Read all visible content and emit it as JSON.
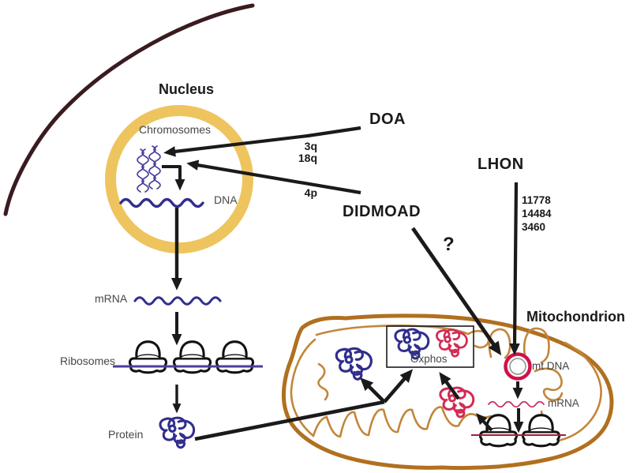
{
  "colors": {
    "background": "#ffffff",
    "arrow": "#1a1a1a",
    "label_gray": "#474747",
    "membrane": "#3a1b1f",
    "nucleus_gold": "#eec45e",
    "dna_blue": "#312e8d",
    "chromosome_blue": "#4a3f9f",
    "ribosome_line_blue": "#4c3e9c",
    "ribosome_black": "#111111",
    "mito_outer": "#b0701f",
    "mito_inner": "#c28539",
    "mtdna_ring": "#d1114a",
    "red_protein": "#d42a55",
    "mito_mrna": "#c73060",
    "mito_ribosome_line": "#a21f3c"
  },
  "nucleus": {
    "label": "Nucleus",
    "chromosomes_label": "Chromosomes",
    "dna_label": "DNA"
  },
  "expression_pathway": {
    "mrna_label": "mRNA",
    "ribosomes_label": "Ribosomes",
    "protein_label": "Protein"
  },
  "diseases": {
    "doa": {
      "label": "DOA",
      "loci": [
        "3q",
        "18q"
      ]
    },
    "didmoad": {
      "label": "DIDMOAD",
      "locus": "4p",
      "uncertainty_mark": "?"
    },
    "lhon": {
      "label": "LHON",
      "mutations": [
        "11778",
        "14484",
        "3460"
      ]
    }
  },
  "mitochondrion": {
    "label": "Mitochondrion",
    "oxphos_label": "Oxphos",
    "mtdna_label": "mt DNA",
    "mrna_label": "mRNA"
  }
}
